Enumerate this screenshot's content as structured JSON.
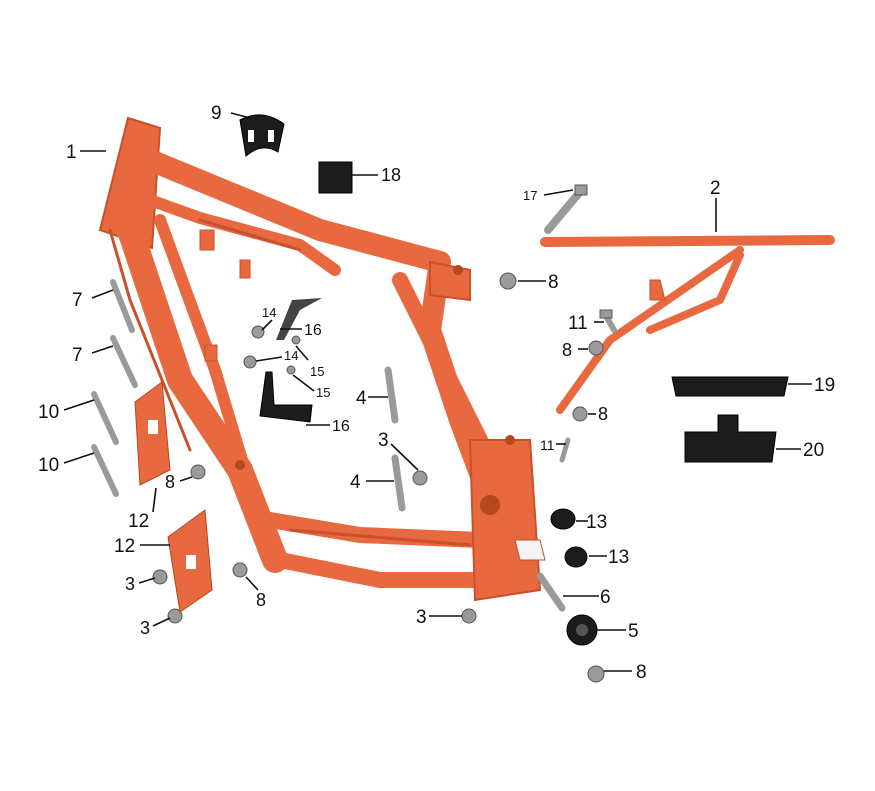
{
  "diagram": {
    "colors": {
      "frame": "#e8683f",
      "frame_shadow": "#c9502a",
      "hardware": "#9a9a9a",
      "rubber": "#1c1c1c",
      "label_text": "#111111"
    },
    "callouts": {
      "c1": "1",
      "c2": "2",
      "c3a": "3",
      "c3b": "3",
      "c3c": "3",
      "c3d": "3",
      "c4a": "4",
      "c4b": "4",
      "c5": "5",
      "c6": "6",
      "c7a": "7",
      "c7b": "7",
      "c8a": "8",
      "c8b": "8",
      "c8c": "8",
      "c8d": "8",
      "c8e": "8",
      "c8f": "8",
      "c9": "9",
      "c10a": "10",
      "c10b": "10",
      "c11a": "11",
      "c11b": "11",
      "c12a": "12",
      "c12b": "12",
      "c13a": "13",
      "c13b": "13",
      "c14a": "14",
      "c14b": "14",
      "c15a": "15",
      "c15b": "15",
      "c16a": "16",
      "c16b": "16",
      "c17": "17",
      "c18": "18",
      "c19": "19",
      "c20": "20"
    }
  }
}
